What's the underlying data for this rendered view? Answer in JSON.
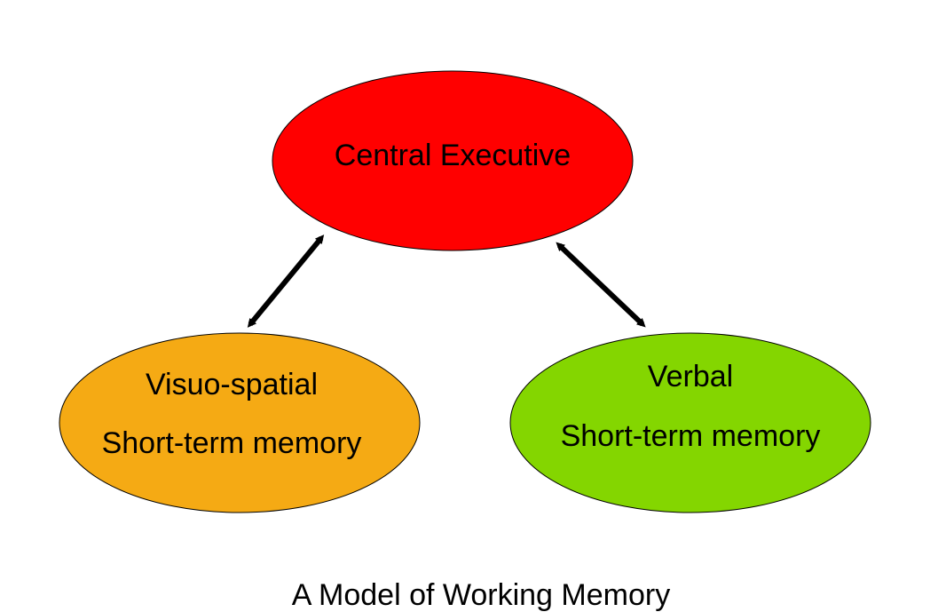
{
  "nodes": {
    "central": {
      "label": "Central Executive",
      "fill": "#ff0000"
    },
    "visuo": {
      "line1": "Visuo-spatial",
      "line2": "Short-term memory",
      "fill": "#f5aa14"
    },
    "verbal": {
      "line1": "Verbal",
      "line2": "Short-term memory",
      "fill": "#84d600"
    }
  },
  "caption": "A Model of Working Memory",
  "connector_color": "#000000"
}
